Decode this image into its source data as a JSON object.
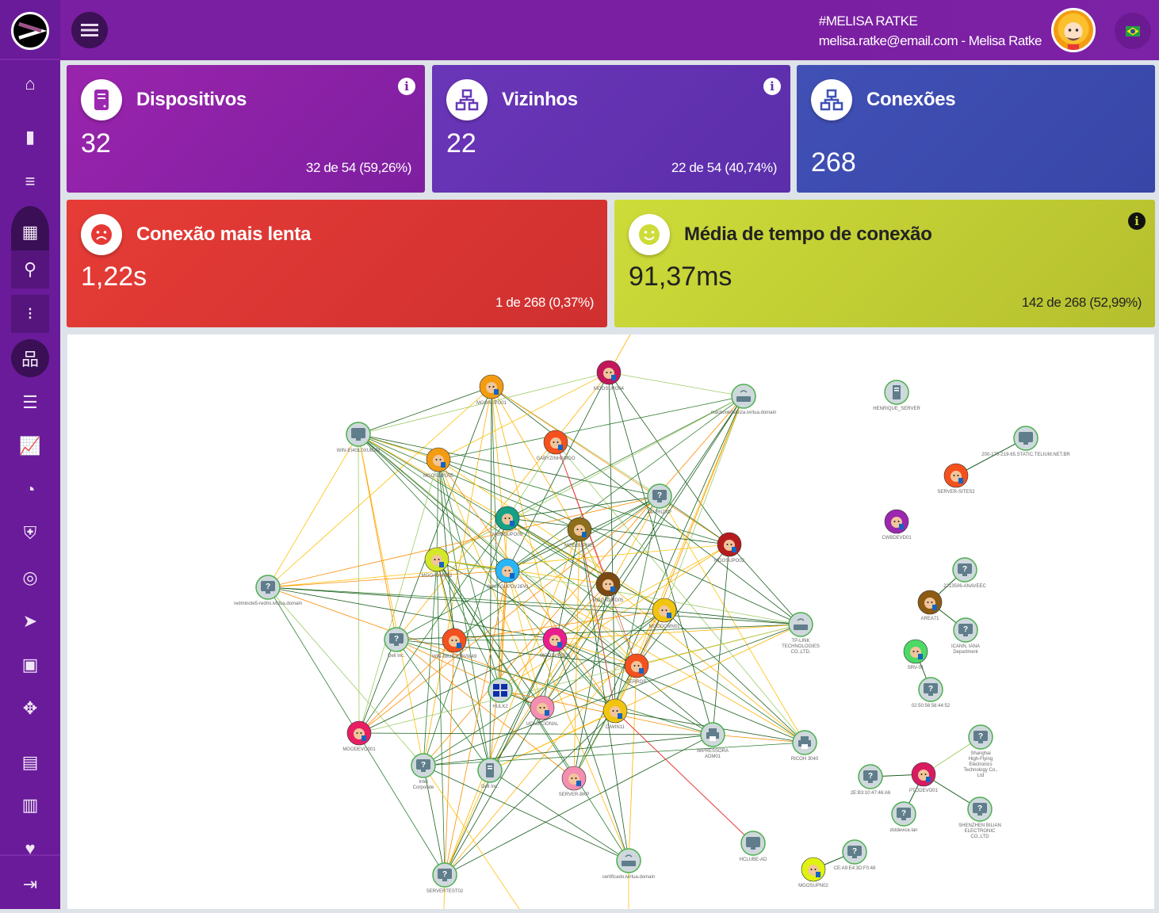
{
  "header": {
    "user_tag": "#MELISA RATKE",
    "user_line": "melisa.ratke@email.com - Melisa Ratke",
    "language": "pt-BR"
  },
  "sidebar": {
    "items": [
      "home-icon",
      "device-icon",
      "checklist-icon",
      "map-icon",
      "route-pins-icon",
      "route-points-icon",
      "network-icon",
      "list-chart-icon",
      "line-chart-icon",
      "gauge-icon",
      "shield-icon",
      "fingerprint-icon",
      "send-icon",
      "remote-desktop-icon",
      "satellite-icon",
      "contact-card-icon",
      "clipboard-icon",
      "heartbeat-icon",
      "logout-icon"
    ],
    "active": "network-icon"
  },
  "cards": {
    "devices": {
      "title": "Dispositivos",
      "value": "32",
      "sub": "32 de 54 (59,26%)"
    },
    "neighbors": {
      "title": "Vizinhos",
      "value": "22",
      "sub": "22 de 54 (40,74%)"
    },
    "connections": {
      "title": "Conexões",
      "value": "268"
    },
    "slowest": {
      "title": "Conexão mais lenta",
      "value": "1,22s",
      "sub": "1 de 268 (0,37%)"
    },
    "average": {
      "title": "Média de tempo de conexão",
      "value": "91,37ms",
      "sub": "142 de 268 (52,99%)"
    }
  },
  "colors": {
    "devices": "#8e24aa",
    "neighbors": "#5e35b1",
    "connections": "#3949ab",
    "slowest": "#e53935",
    "average": "#c0ca33"
  },
  "graph": {
    "nodes": [
      {
        "label": "MGOSUPO01",
        "kind": "avatar",
        "color": "#f39c12"
      },
      {
        "label": "MGOSUPO04",
        "kind": "avatar",
        "color": "#c2185b"
      },
      {
        "label": "macbookdaluiza.ivirtua.domain",
        "kind": "router"
      },
      {
        "label": "WIN-EI4GL0XUB2M",
        "kind": "monitor"
      },
      {
        "label": "GABYZINHAMGO",
        "kind": "avatar",
        "color": "#f4511e"
      },
      {
        "label": "MGOSUPO05",
        "kind": "avatar",
        "color": "#f39c12"
      },
      {
        "label": "MATRIZXP",
        "kind": "unknown"
      },
      {
        "label": "MGOSUPO09",
        "kind": "avatar",
        "color": "#16a085"
      },
      {
        "label": "MGOSUPN01",
        "kind": "avatar",
        "color": "#8d6e1a"
      },
      {
        "label": "MGOSUPO02",
        "kind": "avatar",
        "color": "#b71c1c"
      },
      {
        "label": "MGOADMN02",
        "kind": "avatar",
        "color": "#d4e82a"
      },
      {
        "label": "WIN-FGUPDVJIPAI",
        "kind": "avatar",
        "color": "#29b6f6"
      },
      {
        "label": "redminote5-redmi.ivirtua.domain",
        "kind": "unknown"
      },
      {
        "label": "MGOADMD05",
        "kind": "avatar",
        "color": "#7b4a12"
      },
      {
        "label": "MGODCMN01",
        "kind": "avatar",
        "color": "#f1c40f"
      },
      {
        "label": "TP-LINK TECHNOLOGIES CO.,LTD.",
        "kind": "router"
      },
      {
        "label": "Dell Inc.",
        "kind": "unknown"
      },
      {
        "label": "WIN-88UE3Q8VW49",
        "kind": "avatar",
        "color": "#f4511e"
      },
      {
        "label": "MGOSUPO06",
        "kind": "avatar",
        "color": "#e91e8c"
      },
      {
        "label": "TERROR",
        "kind": "avatar",
        "color": "#f4511e"
      },
      {
        "label": "HULK2",
        "kind": "windows"
      },
      {
        "label": "UCADICIONAL",
        "kind": "avatar",
        "color": "#f48fb1"
      },
      {
        "label": "DIWIN11",
        "kind": "avatar",
        "color": "#f1c40f"
      },
      {
        "label": "MGODEVO001",
        "kind": "avatar",
        "color": "#e91e63"
      },
      {
        "label": "IMPRESSORA ADM01",
        "kind": "printer"
      },
      {
        "label": "RICOH 3040",
        "kind": "printer"
      },
      {
        "label": "Intel Corporate",
        "kind": "unknown"
      },
      {
        "label": "Dell Inc.",
        "kind": "server"
      },
      {
        "label": "SERVER-BKP",
        "kind": "avatar",
        "color": "#f48fb1"
      },
      {
        "label": "SERVERTEST02",
        "kind": "unknown"
      },
      {
        "label": "certificado.ivirtua.domain",
        "kind": "router"
      },
      {
        "label": "HCLUBE-AD",
        "kind": "monitor"
      },
      {
        "label": "HENRIQUE_SERVER",
        "kind": "server"
      },
      {
        "label": "200-170-219-65.STATIC.TELIUM.NET.BR",
        "kind": "monitor"
      },
      {
        "label": "SERVER-SITES2",
        "kind": "avatar",
        "color": "#f4511e"
      },
      {
        "label": "CWBDEVD01",
        "kind": "avatar",
        "color": "#9c27b0"
      },
      {
        "label": "2213506-ANAVEEC",
        "kind": "unknown"
      },
      {
        "label": "AREA71",
        "kind": "avatar",
        "color": "#8d5a12"
      },
      {
        "label": "ICANN, IANA Department",
        "kind": "unknown"
      },
      {
        "label": "SRV-01",
        "kind": "avatar",
        "color": "#4cd964"
      },
      {
        "label": "02:50:56:56:44:52",
        "kind": "unknown"
      },
      {
        "label": "Shanghai High-Flying Electronics Technology Co., Ltd",
        "kind": "unknown"
      },
      {
        "label": "PTODEVO01",
        "kind": "avatar",
        "color": "#d81b60"
      },
      {
        "label": "2E:B3:10:47:46:A6",
        "kind": "unknown"
      },
      {
        "label": "dstdevice.lan",
        "kind": "unknown"
      },
      {
        "label": "SHENZHEN BILIAN ELECTRONIC CO.,LTD",
        "kind": "unknown"
      },
      {
        "label": "CE:A9:E4:3D:F0:48",
        "kind": "unknown"
      },
      {
        "label": "MGOSUPN02",
        "kind": "avatar",
        "color": "#e0f20f"
      }
    ],
    "edges": [
      [
        34,
        33
      ],
      [
        37,
        36
      ],
      [
        37,
        38
      ],
      [
        39,
        40
      ],
      [
        42,
        41
      ],
      [
        42,
        43
      ],
      [
        42,
        44
      ],
      [
        42,
        45
      ],
      [
        47,
        46
      ],
      [
        31,
        22
      ]
    ]
  }
}
